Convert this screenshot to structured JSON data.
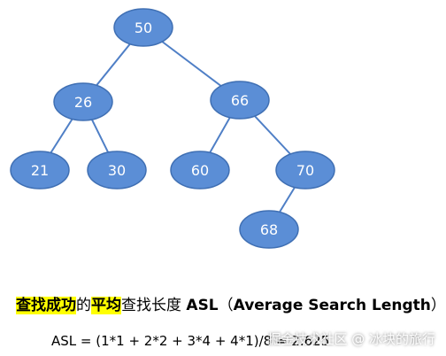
{
  "tree": {
    "node_fill": "#5b8ed6",
    "node_stroke": "#3f6fb3",
    "edge_color": "#4f7fc6",
    "nodes": [
      {
        "id": "n50",
        "label": "50"
      },
      {
        "id": "n26",
        "label": "26"
      },
      {
        "id": "n66",
        "label": "66"
      },
      {
        "id": "n21",
        "label": "21"
      },
      {
        "id": "n30",
        "label": "30"
      },
      {
        "id": "n60",
        "label": "60"
      },
      {
        "id": "n70",
        "label": "70"
      },
      {
        "id": "n68",
        "label": "68"
      }
    ],
    "edges": [
      [
        "n50",
        "n26"
      ],
      [
        "n50",
        "n66"
      ],
      [
        "n26",
        "n21"
      ],
      [
        "n26",
        "n30"
      ],
      [
        "n66",
        "n60"
      ],
      [
        "n66",
        "n70"
      ],
      [
        "n70",
        "n68"
      ]
    ]
  },
  "caption": {
    "part1": "查找成功",
    "part2": "的",
    "part3": "平均",
    "part4": "查找长度 ",
    "part5": "ASL",
    "part6": "（",
    "part7": "Average Search Length",
    "part8": "）",
    "highlight_color": "#ffff00"
  },
  "formula": {
    "text": "ASL = (1*1 + 2*2 + 3*4 + 4*1)/8 = 2.625"
  },
  "watermark": {
    "text": "掘金技术社区 @ 冰块的旅行"
  }
}
